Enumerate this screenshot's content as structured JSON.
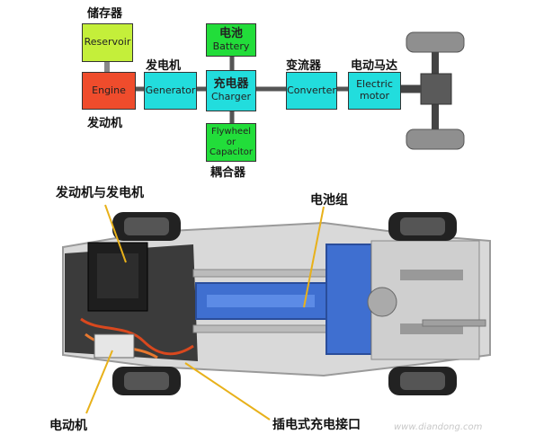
{
  "top_labels": {
    "storage": "储存器",
    "generator_cn": "发电机",
    "converter_cn": "变流器",
    "motor_cn": "电动马达",
    "engine_cn": "发动机",
    "coupler_cn": "耦合器"
  },
  "blocks": {
    "reservoir": "Reservoir",
    "engine": "Engine",
    "generator": "Generator",
    "battery_cn": "电池",
    "battery": "Battery",
    "charger_cn": "充电器",
    "charger": "Charger",
    "flywheel_line1": "Flywheel",
    "flywheel_line2": "or",
    "flywheel_line3": "Capacitor",
    "converter": "Converter",
    "motor_line1": "Electric",
    "motor_line2": "motor"
  },
  "chassis_labels": {
    "engine_generator": "发动机与发电机",
    "battery_pack": "电池组",
    "electric_motor": "电动机",
    "charging_port": "插电式充电接口"
  },
  "watermark": "www.diandong.com",
  "colors": {
    "yellow_green": "#c4ef3a",
    "red": "#ef4c2c",
    "cyan": "#22dddd",
    "green": "#22dd3a",
    "battery_blue": "#3f6fd0"
  }
}
